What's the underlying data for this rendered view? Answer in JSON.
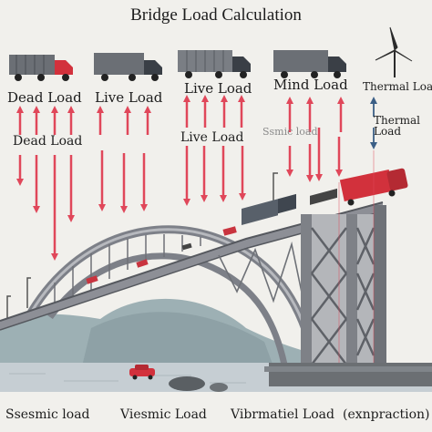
{
  "title": "Bridge Load Calculation",
  "top_labels": {
    "dead_load": "Dead Load",
    "live_load": "Live Load",
    "live_load_2": "Live Load",
    "mind_load": "Mind Load",
    "thermal_load": "Thermal Load"
  },
  "mid_labels": {
    "dead_load": "Dead Load",
    "live_load": "Live Load",
    "seismic_load": "Ssmic load",
    "thermal_load": "Thermal Load"
  },
  "bottom_labels": {
    "seismic_load": "Ssesmic load",
    "viesmic_load": "Viesmic Load",
    "vibration_load": "Vibrmatiel Load",
    "expansion_load": "(exnpraction)"
  },
  "colors": {
    "arrow": "#e0475a",
    "truck": "#d2313c",
    "bridge": "#8d8f96",
    "water": "#c3ccd2",
    "mountain": "#8fa2a7"
  }
}
